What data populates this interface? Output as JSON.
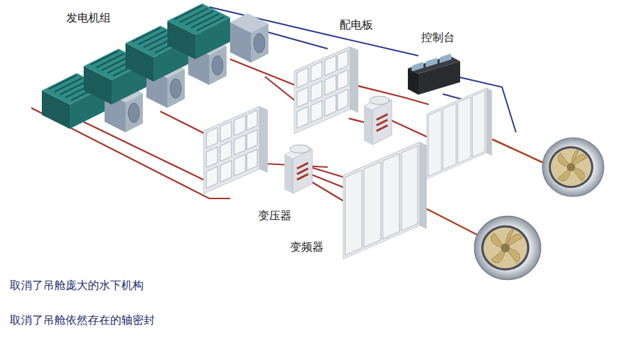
{
  "diagram": {
    "labels": [
      "发电机组",
      "配电板",
      "控制台",
      "变压器",
      "变频器",
      "取消了吊舱庞大的水下机构",
      "取消了吊舱依然存在的轴密封"
    ]
  }
}
